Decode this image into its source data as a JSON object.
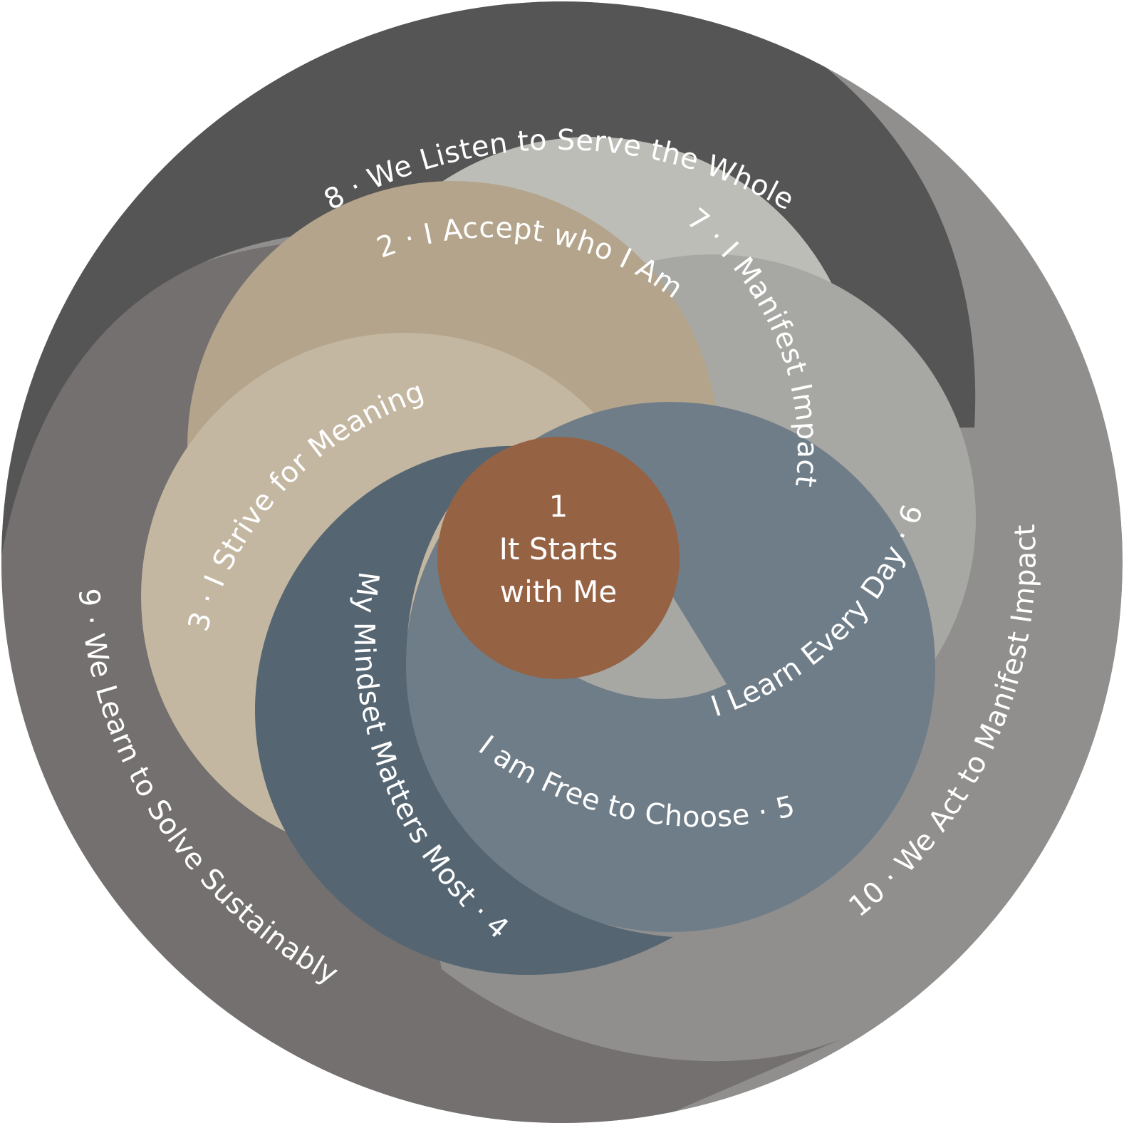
{
  "diagram": {
    "center": {
      "number": "1",
      "line1": "It Starts",
      "line2": "with Me",
      "color": "#966244"
    },
    "segments": [
      {
        "id": "seg-2",
        "label": "2 · I Accept who I Am",
        "color": "#b3a48b"
      },
      {
        "id": "seg-3",
        "label": "3 · I Strive for Meaning",
        "color": "#c4b7a1"
      },
      {
        "id": "seg-4",
        "label": "My Mindset Matters Most · 4",
        "color": "#556672"
      },
      {
        "id": "seg-5",
        "label": "I am Free to Choose · 5",
        "color": "#6e7d88"
      },
      {
        "id": "seg-6",
        "label": "I Learn Every Day · 6",
        "color": "#a7a7a3"
      },
      {
        "id": "seg-7",
        "label": "7 · I Manifest Impact",
        "color": "#bdbdb8"
      },
      {
        "id": "seg-8",
        "label": "8 · We Listen to Serve the Whole",
        "color": "#555555"
      },
      {
        "id": "seg-9",
        "label": "9 · We Learn to Solve Sustainably",
        "color": "#73706f"
      },
      {
        "id": "seg-10",
        "label": "10 · We Act to Manifest Impact",
        "color": "#908f8d"
      }
    ]
  }
}
